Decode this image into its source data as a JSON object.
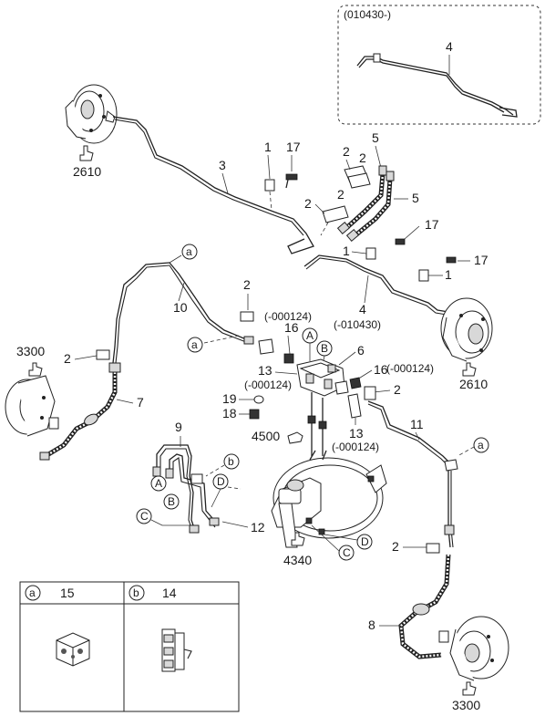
{
  "inset": {
    "date_code": "(010430-)",
    "part_no": "4"
  },
  "labels": {
    "l2610_top": "2610",
    "l3_top": "3",
    "l1_a": "1",
    "l17_a": "17",
    "l2_a": "2",
    "l2_b": "2",
    "l5_a": "5",
    "l5_b": "5",
    "l2_c": "2",
    "l2_d": "2",
    "l17_b": "17",
    "l1_b": "1",
    "l17_c": "17",
    "l1_c": "1",
    "l10": "10",
    "l2_e": "2",
    "l4": "4",
    "l4_date": "(-010430)",
    "l000124_a": "(-000124)",
    "l16_a": "16",
    "l3300_top": "3300",
    "l2_f": "2",
    "l6": "6",
    "l13_a": "13",
    "l000124_b": "(-000124)",
    "l16_b": "16",
    "l000124_c": "(-000124)",
    "l2610_bottom": "2610",
    "l7": "7",
    "l19": "19",
    "l18": "18",
    "l2_g": "2",
    "l4500": "4500",
    "l13_b": "13",
    "l000124_d": "(-000124)",
    "l11": "11",
    "l9": "9",
    "l12": "12",
    "l4340": "4340",
    "l2_h": "2",
    "l8": "8",
    "l3300_bottom": "3300"
  },
  "callouts": {
    "a": "a",
    "b": "b",
    "A": "A",
    "B": "B",
    "C": "C",
    "D": "D"
  },
  "legend": {
    "cell_a_key": "a",
    "cell_a_part": "15",
    "cell_b_key": "b",
    "cell_b_part": "14"
  }
}
